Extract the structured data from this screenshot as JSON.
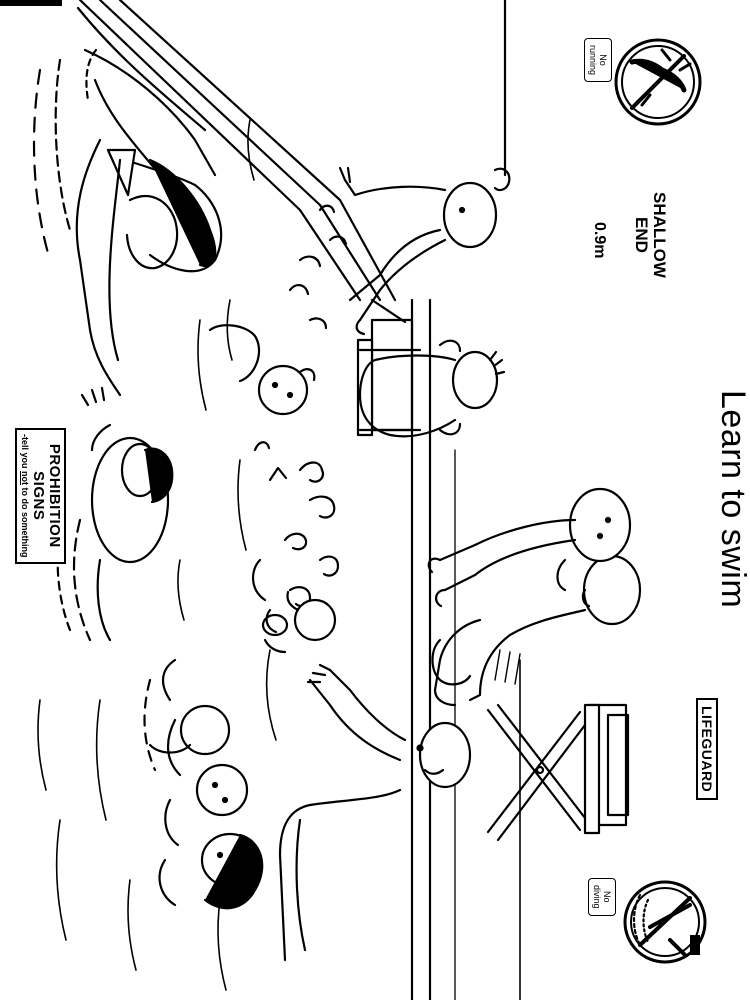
{
  "page": {
    "title": "Learn to swim",
    "type": "coloring-page",
    "orientation": "rotated-90-clockwise"
  },
  "signs": {
    "shallow_end": {
      "line1": "SHALLOW",
      "line2": "END",
      "depth": "0.9m"
    },
    "lifeguard": "LIFEGUARD",
    "prohibition": {
      "heading_line1": "PROHIBITION",
      "heading_line2": "SIGNS",
      "subtitle_pre": "-tell you ",
      "subtitle_emphasis": "not",
      "subtitle_post": " to do something"
    },
    "no_running": {
      "icon": "no-running-icon",
      "label_line1": "No",
      "label_line2": "running"
    },
    "no_diving": {
      "icon": "no-diving-icon",
      "label_line1": "No",
      "label_line2": "diving"
    }
  },
  "scene": {
    "elements": [
      "pool-edge",
      "pool-ladder",
      "lifeguard-chair",
      "swimmer-with-ribbon",
      "child-with-float-ring",
      "children-group",
      "instructor-in-water",
      "adult-holding-child",
      "child-on-ladder",
      "child-sitting-on-edge",
      "water-splashes"
    ]
  },
  "colors": {
    "ink": "#000000",
    "paper": "#ffffff"
  }
}
